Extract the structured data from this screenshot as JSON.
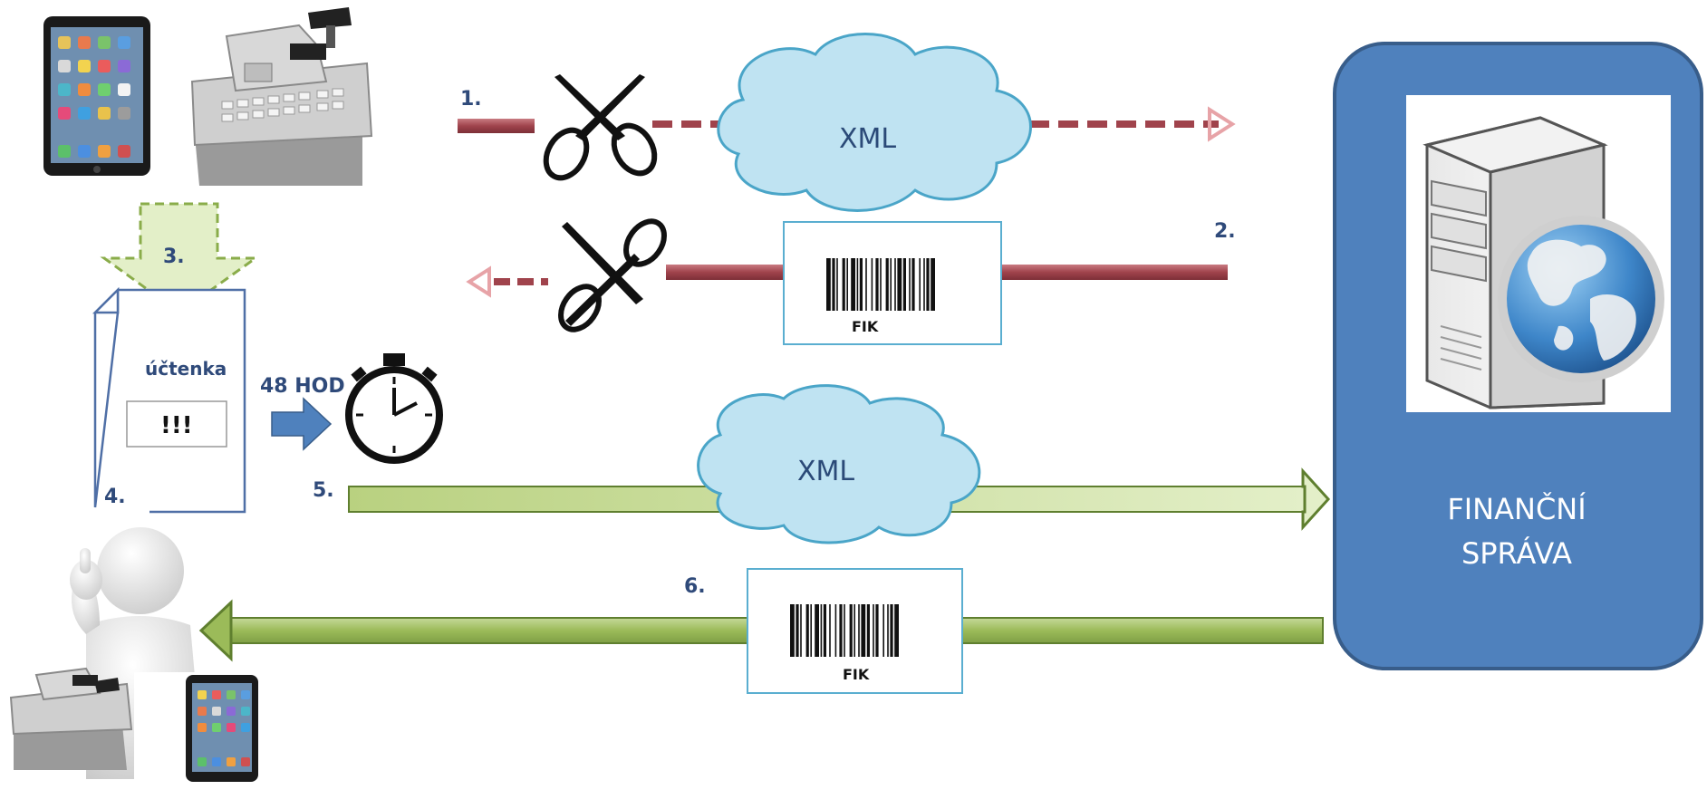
{
  "steps": {
    "s1": "1.",
    "s2": "2.",
    "s3": "3.",
    "s4": "4.",
    "s5": "5.",
    "s6": "6."
  },
  "xml_label": "XML",
  "fik_label": "FIK",
  "receipt": {
    "title": "účtenka",
    "warning": "!!!"
  },
  "deadline": "48 HOD",
  "server": {
    "name_line1": "FINANČNÍ",
    "name_line2": "SPRÁVA"
  },
  "colors": {
    "red_arrow": "#a0434c",
    "red_arrow_light": "#e7a3a7",
    "green_arrow": "#9bbb59",
    "green_arrow_dark": "#5f7f2f",
    "cloud_fill": "#bfe3f2",
    "cloud_stroke": "#4aa5c8",
    "server_box": "#4f81bd",
    "blue_arrow": "#4f81bd"
  },
  "icons": [
    "tablet-icon",
    "cash-register-icon",
    "scissors-icon",
    "stopwatch-icon",
    "server-icon",
    "globe-icon",
    "person-thumbs-up-icon",
    "barcode-icon",
    "cloud-icon",
    "receipt-icon"
  ]
}
